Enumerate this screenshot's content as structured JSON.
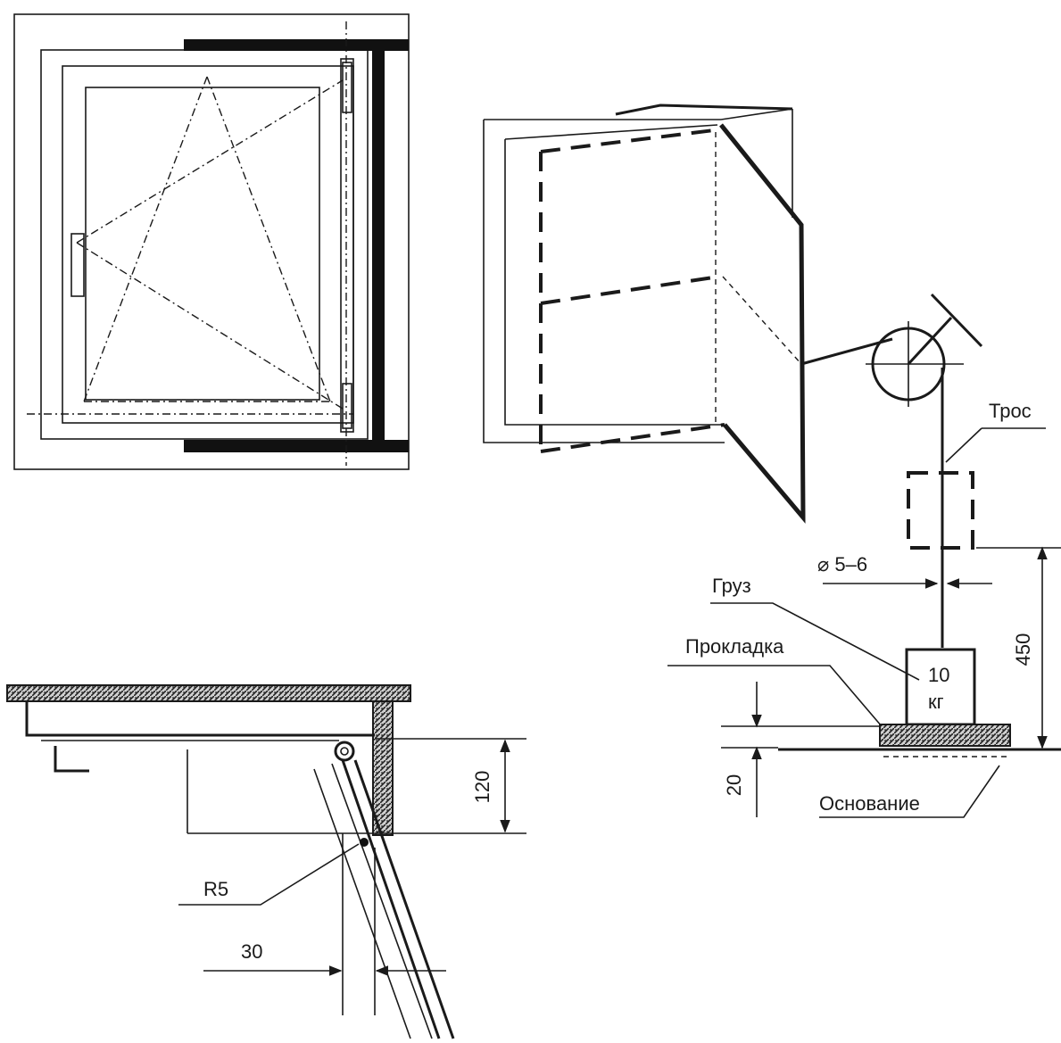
{
  "labels": {
    "cable": "Трос",
    "diameter": "⌀ 5–6",
    "load": "Груз",
    "pad": "Прокладка",
    "load_mass_value": "10",
    "load_mass_unit": "кг",
    "base": "Основание",
    "dim_450": "450",
    "dim_20": "20",
    "dim_120": "120",
    "radius": "R5",
    "dim_30": "30"
  },
  "colors": {
    "ink": "#1a1a1a",
    "background": "#ffffff"
  }
}
